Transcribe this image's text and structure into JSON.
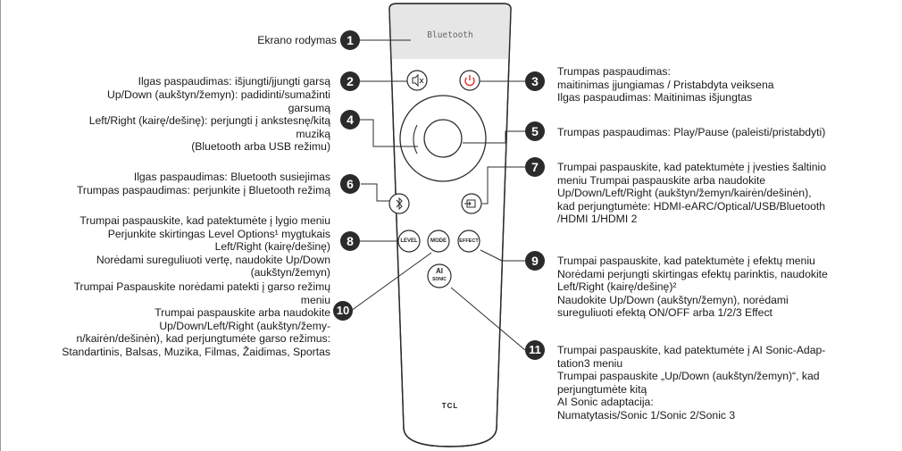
{
  "remote": {
    "display_text": "Bluetooth",
    "level_label": "LEVEL",
    "mode_label": "MODE",
    "effect_label": "EFFECT",
    "ai_label_top": "AI",
    "ai_label_bottom": "SONIC",
    "brand": "TCL",
    "colors": {
      "body": "#ffffff",
      "outline": "#2b2b2b",
      "display": "#e6e6e6",
      "power": "#e03030",
      "badge": "#2b2b2b"
    }
  },
  "callouts": [
    {
      "num": "1",
      "lines": [
        "Ekrano rodymas"
      ]
    },
    {
      "num": "2",
      "lines": [
        "Ilgas paspaudimas: išjungti/įjungti garsą"
      ]
    },
    {
      "num": "3",
      "lines": [
        "Trumpas paspaudimas:",
        "maitinimas įjungiamas / Pristabdyta veiksena",
        "Ilgas paspaudimas: Maitinimas išjungtas"
      ]
    },
    {
      "num": "4",
      "lines": [
        "Up/Down (aukštyn/žemyn): padidinti/sumažinti",
        "garsumą",
        "Left/Right (kairę/dešinę): perjungti į ankstesnę/kitą",
        "muziką",
        "(Bluetooth arba USB režimu)"
      ]
    },
    {
      "num": "5",
      "lines": [
        "Trumpas paspaudimas: Play/Pause (paleisti/pristabdyti)"
      ]
    },
    {
      "num": "6",
      "lines": [
        "Ilgas paspaudimas: Bluetooth susiejimas",
        "Trumpas paspaudimas: perjunkite į Bluetooth režimą"
      ]
    },
    {
      "num": "7",
      "lines": [
        "Trumpai paspauskite, kad patektumėte į įvesties šaltinio",
        "meniu Trumpai paspauskite arba naudokite",
        "Up/Down/Left/Right (aukštyn/žemyn/kairėn/dešinėn),",
        "kad perjungtumėte: HDMI-eARC/Optical/USB/Bluetooth",
        "/HDMI 1/HDMI 2"
      ]
    },
    {
      "num": "8",
      "lines": [
        "Trumpai paspauskite, kad patektumėte į lygio meniu",
        "Perjunkite skirtingas Level Options¹ mygtukais",
        "Left/Right (kairę/dešinę)",
        "Norėdami sureguliuoti vertę, naudokite Up/Down",
        "(aukštyn/žemyn)"
      ]
    },
    {
      "num": "9",
      "lines": [
        "Trumpai paspauskite, kad patektumėte į efektų meniu",
        "Norėdami perjungti skirtingas efektų parinktis, naudokite",
        "Left/Right (kairę/dešinę)²",
        "Naudokite Up/Down (aukštyn/žemyn), norėdami",
        "sureguliuoti efektą ON/OFF arba 1/2/3 Effect"
      ]
    },
    {
      "num": "10",
      "lines": [
        "Trumpai Paspauskite norėdami patekti į garso režimų",
        "meniu",
        "Trumpai paspauskite arba naudokite",
        "Up/Down/Left/Right (aukštyn/žemy-",
        "n/kairėn/dešinėn), kad perjungtumėte garso režimus:",
        "Standartinis, Balsas, Muzika, Filmas, Žaidimas, Sportas"
      ]
    },
    {
      "num": "11",
      "lines": [
        "Trumpai paspauskite, kad patektumėte į AI Sonic-Adap-",
        "tation3 meniu",
        "Trumpai paspauskite „Up/Down (aukštyn/žemyn)“, kad",
        "perjungtumėte kitą",
        "AI Sonic adaptacija:",
        "Numatytasis/Sonic 1/Sonic 2/Sonic 3"
      ]
    }
  ]
}
